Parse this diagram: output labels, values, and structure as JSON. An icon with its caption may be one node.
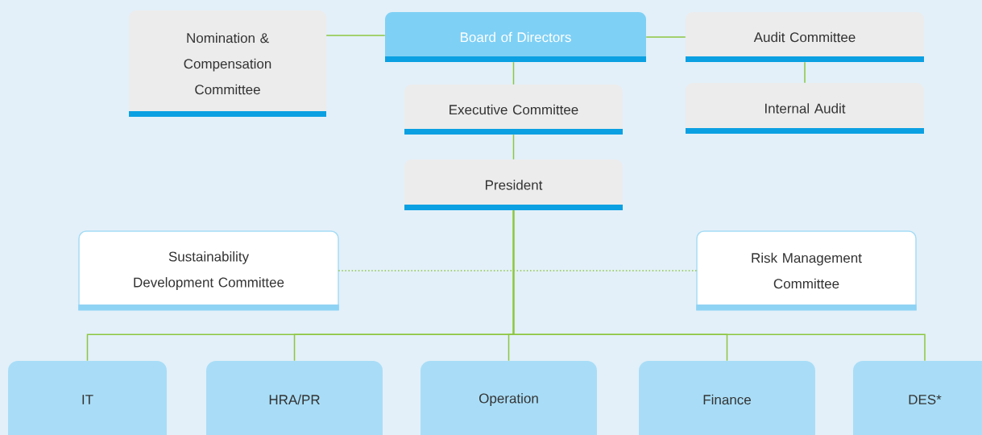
{
  "diagram": {
    "nodes": [
      {
        "text": [
          "Board of Directors"
        ]
      },
      {
        "text": [
          "Nomination & Compensation Committee"
        ]
      },
      {
        "text": [
          "Audit Committee"
        ]
      },
      {
        "text": [
          "Executive Committee"
        ]
      },
      {
        "text": [
          "Internal Audit"
        ]
      },
      {
        "text": [
          "President"
        ]
      },
      {
        "text": [
          "Sustainability Development Committee"
        ]
      },
      {
        "text": [
          "Risk Management Committee"
        ]
      },
      {
        "text": [
          "IT"
        ]
      },
      {
        "text": [
          "HRA/PR"
        ]
      },
      {
        "text": [
          "Operation"
        ]
      },
      {
        "text": [
          "Finance"
        ]
      },
      {
        "text": [
          "DES*"
        ]
      }
    ],
    "edges": [
      {
        "from": 0,
        "to": 1,
        "arrow": "none"
      },
      {
        "from": 0,
        "to": 2,
        "arrow": "none"
      },
      {
        "from": 0,
        "to": 3,
        "arrow": "none"
      },
      {
        "from": 2,
        "to": 4,
        "arrow": "none"
      },
      {
        "from": 3,
        "to": 5,
        "arrow": "none"
      },
      {
        "from": 6,
        "to": 7,
        "arrow": "none",
        "style": "dashed"
      },
      {
        "from": 5,
        "to": 8,
        "arrow": "none"
      },
      {
        "from": 5,
        "to": 9,
        "arrow": "none"
      },
      {
        "from": 5,
        "to": 10,
        "arrow": "none"
      },
      {
        "from": 5,
        "to": 11,
        "arrow": "none"
      },
      {
        "from": 5,
        "to": 12,
        "arrow": "none"
      }
    ]
  }
}
